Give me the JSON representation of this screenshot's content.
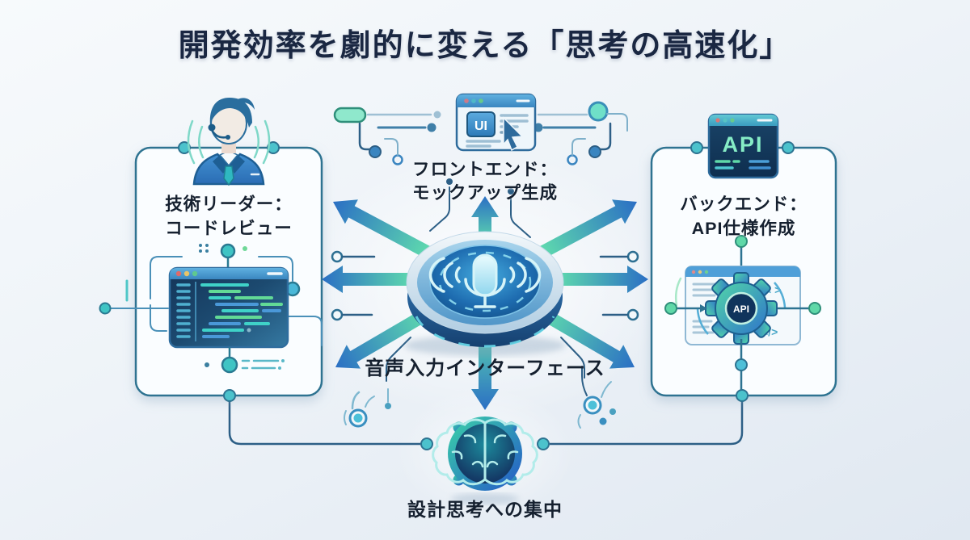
{
  "title": "開発効率を劇的に変える「思考の高速化」",
  "sections": {
    "left": {
      "line1": "技術リーダー：",
      "line2": "コードレビュー",
      "icon": "developer-avatar-icon"
    },
    "top": {
      "line1": "フロントエンド：",
      "line2": "モックアップ生成",
      "badge": "UI",
      "icon": "browser-mockup-icon"
    },
    "right": {
      "line1": "バックエンド：",
      "line2": "API仕様作成",
      "badge": "API",
      "gear_badge": "API",
      "icon": "api-window-icon"
    },
    "hub": {
      "label": "音声入力インターフェース",
      "icon": "microphone-icon"
    },
    "bottom": {
      "label": "設計思考への集中",
      "icon": "brain-icon"
    }
  },
  "icons": [
    "developer-avatar-icon",
    "code-editor-icon",
    "browser-mockup-icon",
    "cursor-icon",
    "api-window-icon",
    "api-gear-icon",
    "microphone-icon",
    "brain-icon",
    "circuit-node"
  ],
  "colors": {
    "bg-top": "#f7fafc",
    "bg-bottom": "#e0e8f1",
    "title": "#1a2742",
    "label": "#15202f",
    "accent-teal": "#45c4c9",
    "accent-green": "#5ad7a9",
    "accent-blue": "#2e74c4",
    "line": "#2d5f86",
    "card-border": "#2d7391",
    "card-bg": "#fafdff"
  }
}
